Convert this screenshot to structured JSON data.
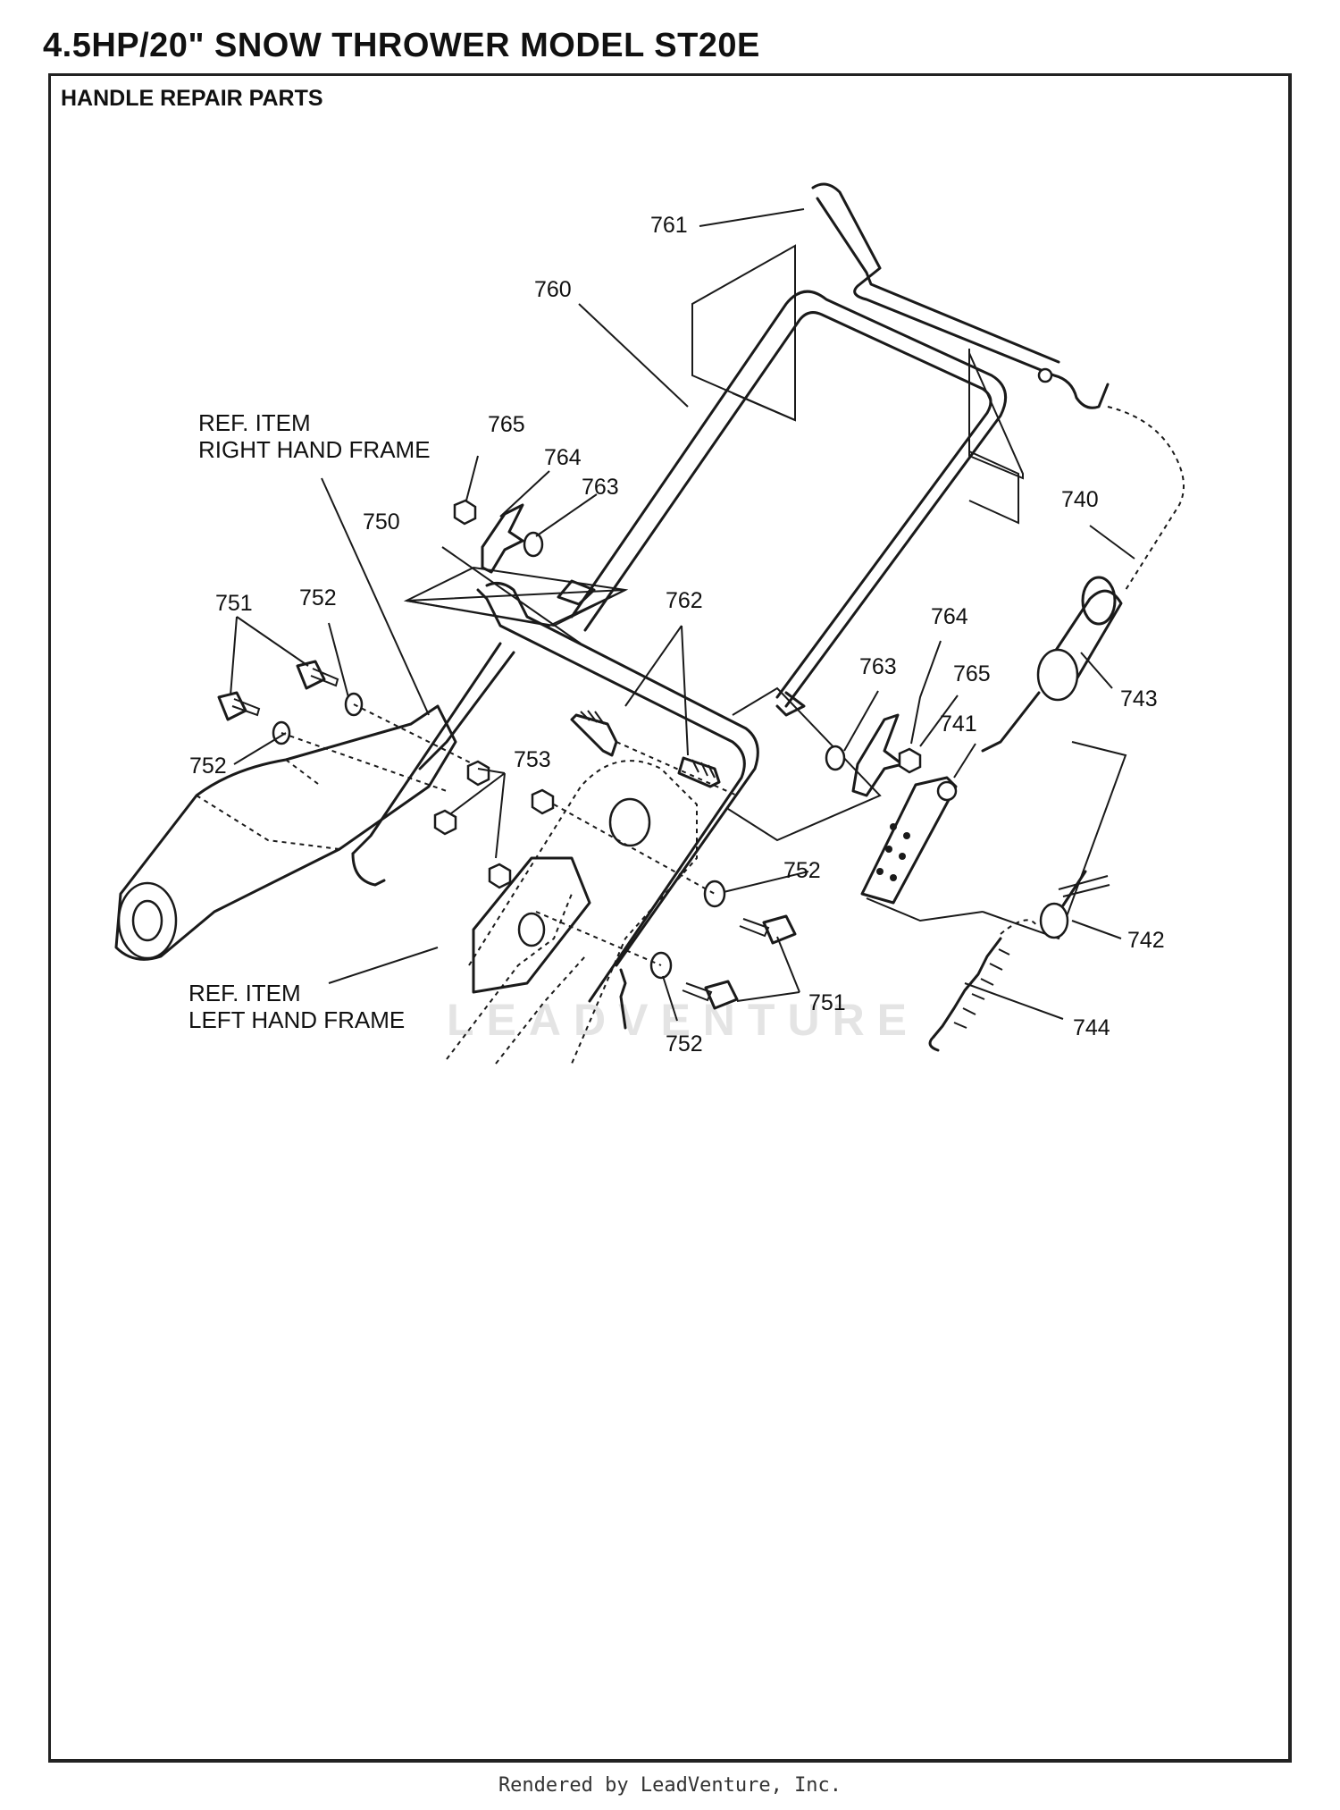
{
  "page": {
    "title": "4.5HP/20\" SNOW THROWER MODEL ST20E",
    "section_title": "HANDLE REPAIR PARTS",
    "footer": "Rendered by LeadVenture, Inc.",
    "watermark": "LEADVENTURE"
  },
  "diagram": {
    "reference_labels": {
      "right_hand_frame": [
        "REF. ITEM",
        "RIGHT HAND FRAME"
      ],
      "left_hand_frame": [
        "REF. ITEM",
        "LEFT HAND FRAME"
      ]
    },
    "callouts": {
      "c761": "761",
      "c760": "760",
      "c765_top": "765",
      "c764_top": "764",
      "c763_top": "763",
      "c750": "750",
      "c740": "740",
      "c751_top": "751",
      "c752_top": "752",
      "c762": "762",
      "c764_right": "764",
      "c763_right": "763",
      "c765_right": "765",
      "c743": "743",
      "c741": "741",
      "c752_left": "752",
      "c753": "753",
      "c752_mid": "752",
      "c742": "742",
      "c751_bottom": "751",
      "c744": "744",
      "c752_bottom": "752"
    }
  }
}
